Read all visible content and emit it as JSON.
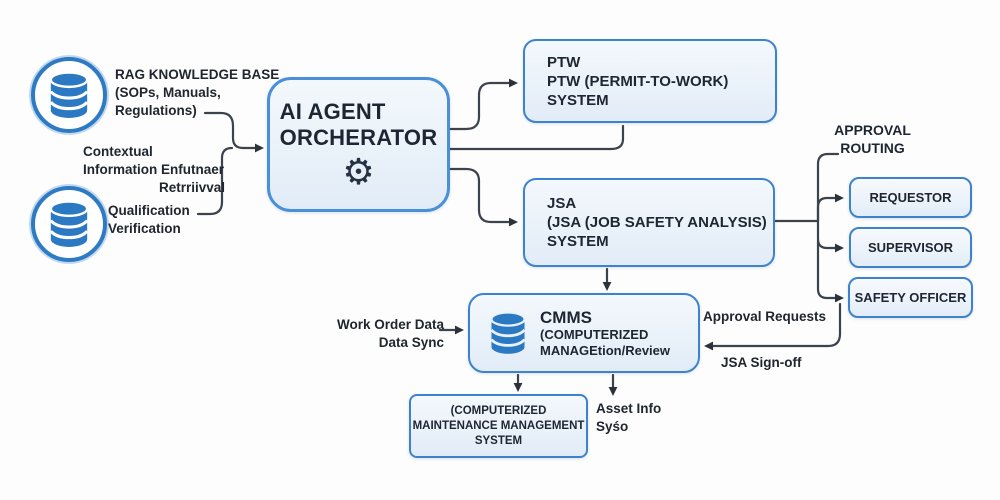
{
  "colors": {
    "background": "#fdfdfd",
    "box_fill_top": "#f3f8fc",
    "box_fill_bottom": "#e2ecf7",
    "box_border": "#3d83cb",
    "line": "#3c434d",
    "text": "#20262e",
    "db_blue": "#2b79c2"
  },
  "icons": {
    "gear": "⚙",
    "database": "db-cylinder"
  },
  "knowledge_base": {
    "lines": [
      "RAG KNOWLEDGE BASE",
      "(SOPs, Manuals,",
      "Regulations)"
    ]
  },
  "contextual_label": {
    "lines": [
      "Contextual",
      "Information Enfutnaer",
      "Retrriivval"
    ]
  },
  "qualification_label": {
    "lines": [
      "Qualification",
      "Verification"
    ]
  },
  "orchestrator": {
    "title_line1": "AI AGENT",
    "title_line2": "ORCHERATOR"
  },
  "ptw": {
    "lines": [
      "PTW",
      "PTW (PERMIT-TO-WORK)",
      "SYSTEM"
    ]
  },
  "jsa": {
    "lines": [
      "JSA",
      "(JSA (JOB SAFETY ANALYSIS)",
      "SYSTEM"
    ]
  },
  "cmms": {
    "title": "CMMS",
    "line2": "(COMPUTERIZED",
    "line3": "MANAGEtion/Review"
  },
  "cmms_detail": {
    "lines": [
      "(COMPUTERIZED",
      "MAINTENANCE MANAGEMENT",
      "SYSTEM"
    ]
  },
  "approval_routing": {
    "label_line1": "APPROVAL",
    "label_line2": "ROUTING",
    "boxes": [
      "REQUESTOR",
      "SUPERVISOR",
      "SAFETY OFFICER"
    ]
  },
  "edge_labels": {
    "work_order_line1": "Work Order Data",
    "work_order_line2": "Data Sync",
    "approval_requests": "Approval Requests",
    "jsa_signoff": "JSA Sign-off",
    "asset_info_line1": "Asset Info",
    "asset_info_line2": "Syśo"
  }
}
